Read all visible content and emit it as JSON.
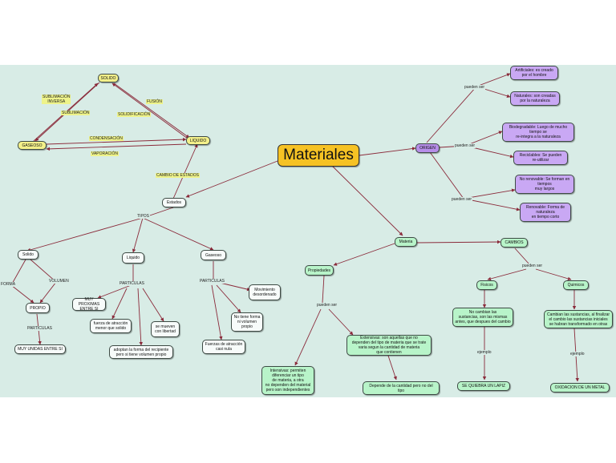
{
  "colors": {
    "background": "#d8ece6",
    "link": "#8a2a3a",
    "main": "#f6c224",
    "states": "#f3f08a",
    "green": "#b8f4c9",
    "purple": "#c9a8f4"
  },
  "nodes": {
    "materiales": "Materiales",
    "solido_state": "SOLIDO",
    "gaseoso_state": "GASEOSO",
    "liquido_state": "LIQUIDO",
    "estados": "Estados",
    "solido": "Solido",
    "liquido": "Liquido",
    "gaseoso": "Gaseoso",
    "propio": "PROPIO",
    "muy_unidas": "MUY UNIDAS ENTRE SI",
    "muy_proximas": "MUY PROXIMAS\nENTRE SI",
    "fuerza_atraccion_menor": "fuerza de atracción\nmenor que solido",
    "se_mueven": "se mueven\ncon libertad",
    "adoptan_forma": "adoptan la forma del recipiente\npero si tiene volumen propio",
    "movimiento": "Movimiento\ndesordenado",
    "no_forma": "No tiene forma\nni volumen\npropio",
    "fuerzas_casi_nula": "Fuerzas de atracción\ncasi nula",
    "materia": "Materia",
    "propiedades": "Propiedades",
    "intensivas": "Intensivas: permiten\ndiferenciar un tipo\nde materia, a otra\nno dependen del material\npero son independientes",
    "extensivas": "Extensivas: son aquellas que no\ndependen del tipo de materia que se trate\nvaria segun la cantidad de materia\nque contienen",
    "depende_cantidad": "Depende de la cantidad pero no del\ntipo",
    "cambios": "CAMBIOS",
    "fisicos": "Fisicos",
    "quimicos": "Quimicos",
    "no_cambian": "No cambian las\nsustancias, son las mismas\nantes, que despues del cambio",
    "cambian": "Cambian las sustancias, al finalizar\nel cambio las sustancias iniciales\nse habran transformado en otras",
    "lapiz": "SE QUIEBRA UN LAPIZ",
    "oxidacion": "OXIDACION DE UN METAL",
    "origen": "ORIGEN",
    "artificiales": "Artificiales: es creado\npor el hombre",
    "naturales": "Naturales: son creadas\npor la naturaleza",
    "biodegradable": "Biodegradable: Luego de mucho\ntiempo se\nre-integra a la naturaleza",
    "reciclables": "Reciclables: Se pueden\nre-utilizar",
    "no_renovable": "No renovable: Se forman en\ntiempos\nmuy largos",
    "renovable": "Renovable: Forma de\nnaturaleza\nen tiempo corto"
  },
  "labels": {
    "sublimacion_inversa": "SUBLIMACIÓN\nINVERSA",
    "sublimacion": "SUBLIMACIÓN",
    "fusion": "FUSIÓN",
    "solidificacion": "SOLIDIFICACIÓN",
    "condensacion": "CONDENSACIÓN",
    "vaporacion": "VAPORACIÓN",
    "cambio_estados": "CAMBIO DE ESTADOS",
    "tipos": "TIPOS",
    "forma": "FORMA",
    "volumen": "VOLUMEN",
    "particulas_solido": "PARTICULAS",
    "particulas_liquido": "PARTICULAS",
    "particulas_gaseoso": "PARTICULAS",
    "pueden_ser_prop": "pueden ser",
    "pueden_ser_cambios": "pueden ser",
    "ejemplo_fisicos": "ejemplo",
    "ejemplo_quimicos": "ejemplo",
    "pueden_ser_1": "pueden ser",
    "pueden_ser_2": "pueden ser",
    "pueden_ser_3": "pueden ser"
  }
}
